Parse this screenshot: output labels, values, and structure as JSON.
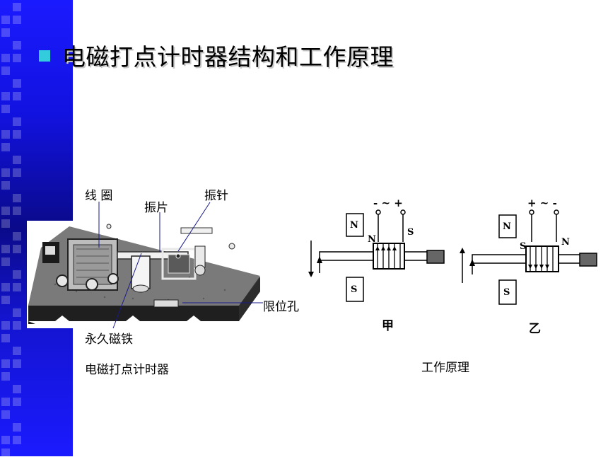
{
  "slide": {
    "title": "电磁打点计时器结构和工作原理",
    "bullet_color": "#33ccdd",
    "band_color": "#1a1aff"
  },
  "device": {
    "labels": {
      "coil": "线 圈",
      "vibrating_plate": "振片",
      "vibrating_needle": "振针",
      "limit_hole": "限位孔",
      "permanent_magnet": "永久磁铁"
    },
    "caption": "电磁打点计时器"
  },
  "principle": {
    "caption": "工作原理",
    "diagram_a": {
      "terminals": "- ~ +",
      "magnet_top": "N",
      "magnet_bottom": "S",
      "coil_left": "N",
      "coil_right": "S",
      "name": "甲"
    },
    "diagram_b": {
      "terminals": "+ ~ -",
      "magnet_top": "N",
      "magnet_bottom": "S",
      "coil_left": "S",
      "coil_right": "N",
      "name": "乙"
    }
  }
}
